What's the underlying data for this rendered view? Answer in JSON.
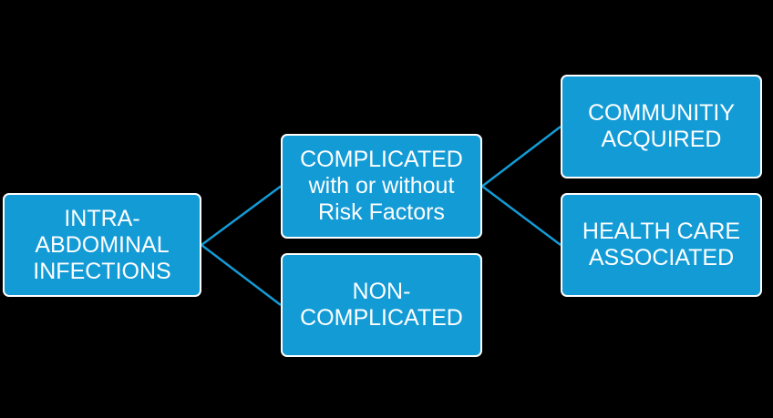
{
  "colors": {
    "background": "#000000",
    "box_fill": "#139BD6",
    "box_border": "#FFFFFF",
    "connector": "#139BD6",
    "text": "#FFFFFF"
  },
  "nodes": {
    "root": "INTRA-\nABDOMINAL\nINFECTIONS",
    "complicated": "COMPLICATED\nwith or without\nRisk Factors",
    "non_complicated": "NON-\nCOMPLICATED",
    "community_acquired": "COMMUNITIY\nACQUIRED",
    "health_care_associated": "HEALTH CARE\nASSOCIATED"
  },
  "edges": [
    [
      "root",
      "complicated"
    ],
    [
      "root",
      "non_complicated"
    ],
    [
      "complicated",
      "community_acquired"
    ],
    [
      "complicated",
      "health_care_associated"
    ]
  ]
}
